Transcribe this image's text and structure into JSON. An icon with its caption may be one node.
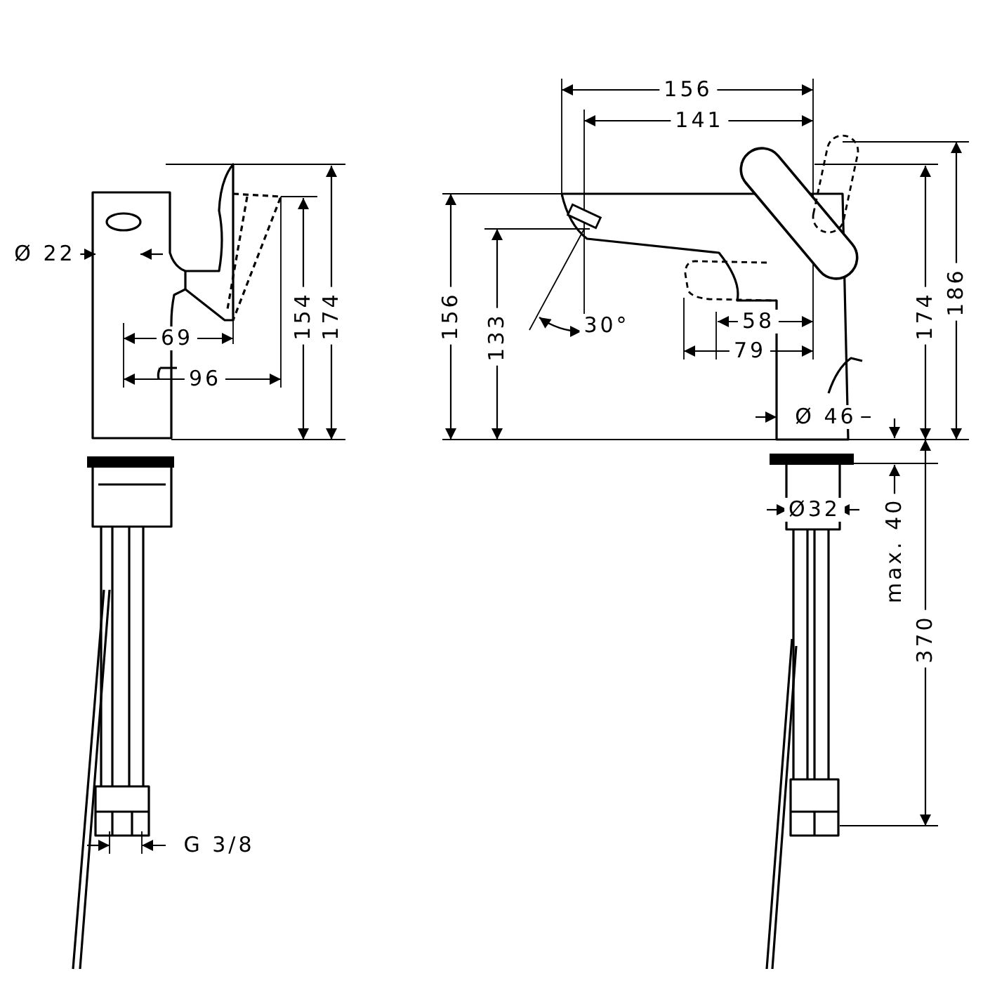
{
  "diagram": {
    "labels": [
      "156",
      "141",
      "Ø 22",
      "154",
      "174",
      "156",
      "133",
      "174",
      "186",
      "30°",
      "58",
      "69",
      "79",
      "96",
      "Ø 46",
      "Ø32",
      "max. 40",
      "370",
      "G 3/8"
    ]
  }
}
